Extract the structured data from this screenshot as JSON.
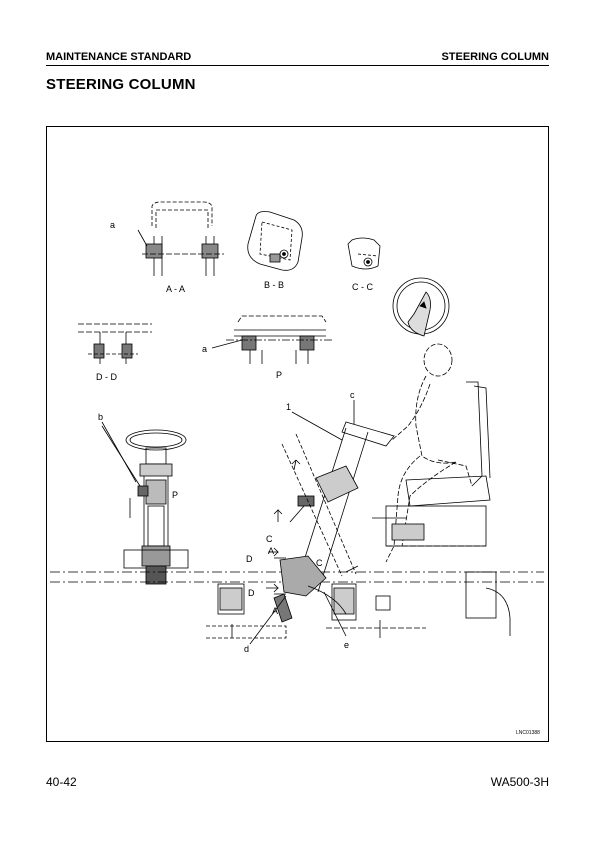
{
  "header": {
    "section": "MAINTENANCE STANDARD",
    "topic": "STEERING COLUMN"
  },
  "title": "STEERING COLUMN",
  "figure": {
    "code": "LNC01388",
    "view_labels": {
      "aa": "A - A",
      "bb": "B - B",
      "cc": "C - C",
      "dd": "D - D",
      "p": "P",
      "p_side": "P"
    },
    "callouts": {
      "a_top": "a",
      "a_mid": "a",
      "b": "b",
      "c": "c",
      "d": "d",
      "e": "e",
      "one": "1",
      "sec_a1": "A",
      "sec_a2": "A",
      "sec_c1": "C",
      "sec_c2": "C",
      "sec_d1": "D",
      "sec_d2": "D"
    }
  },
  "footer": {
    "page": "40-42",
    "model": "WA500-3H"
  }
}
